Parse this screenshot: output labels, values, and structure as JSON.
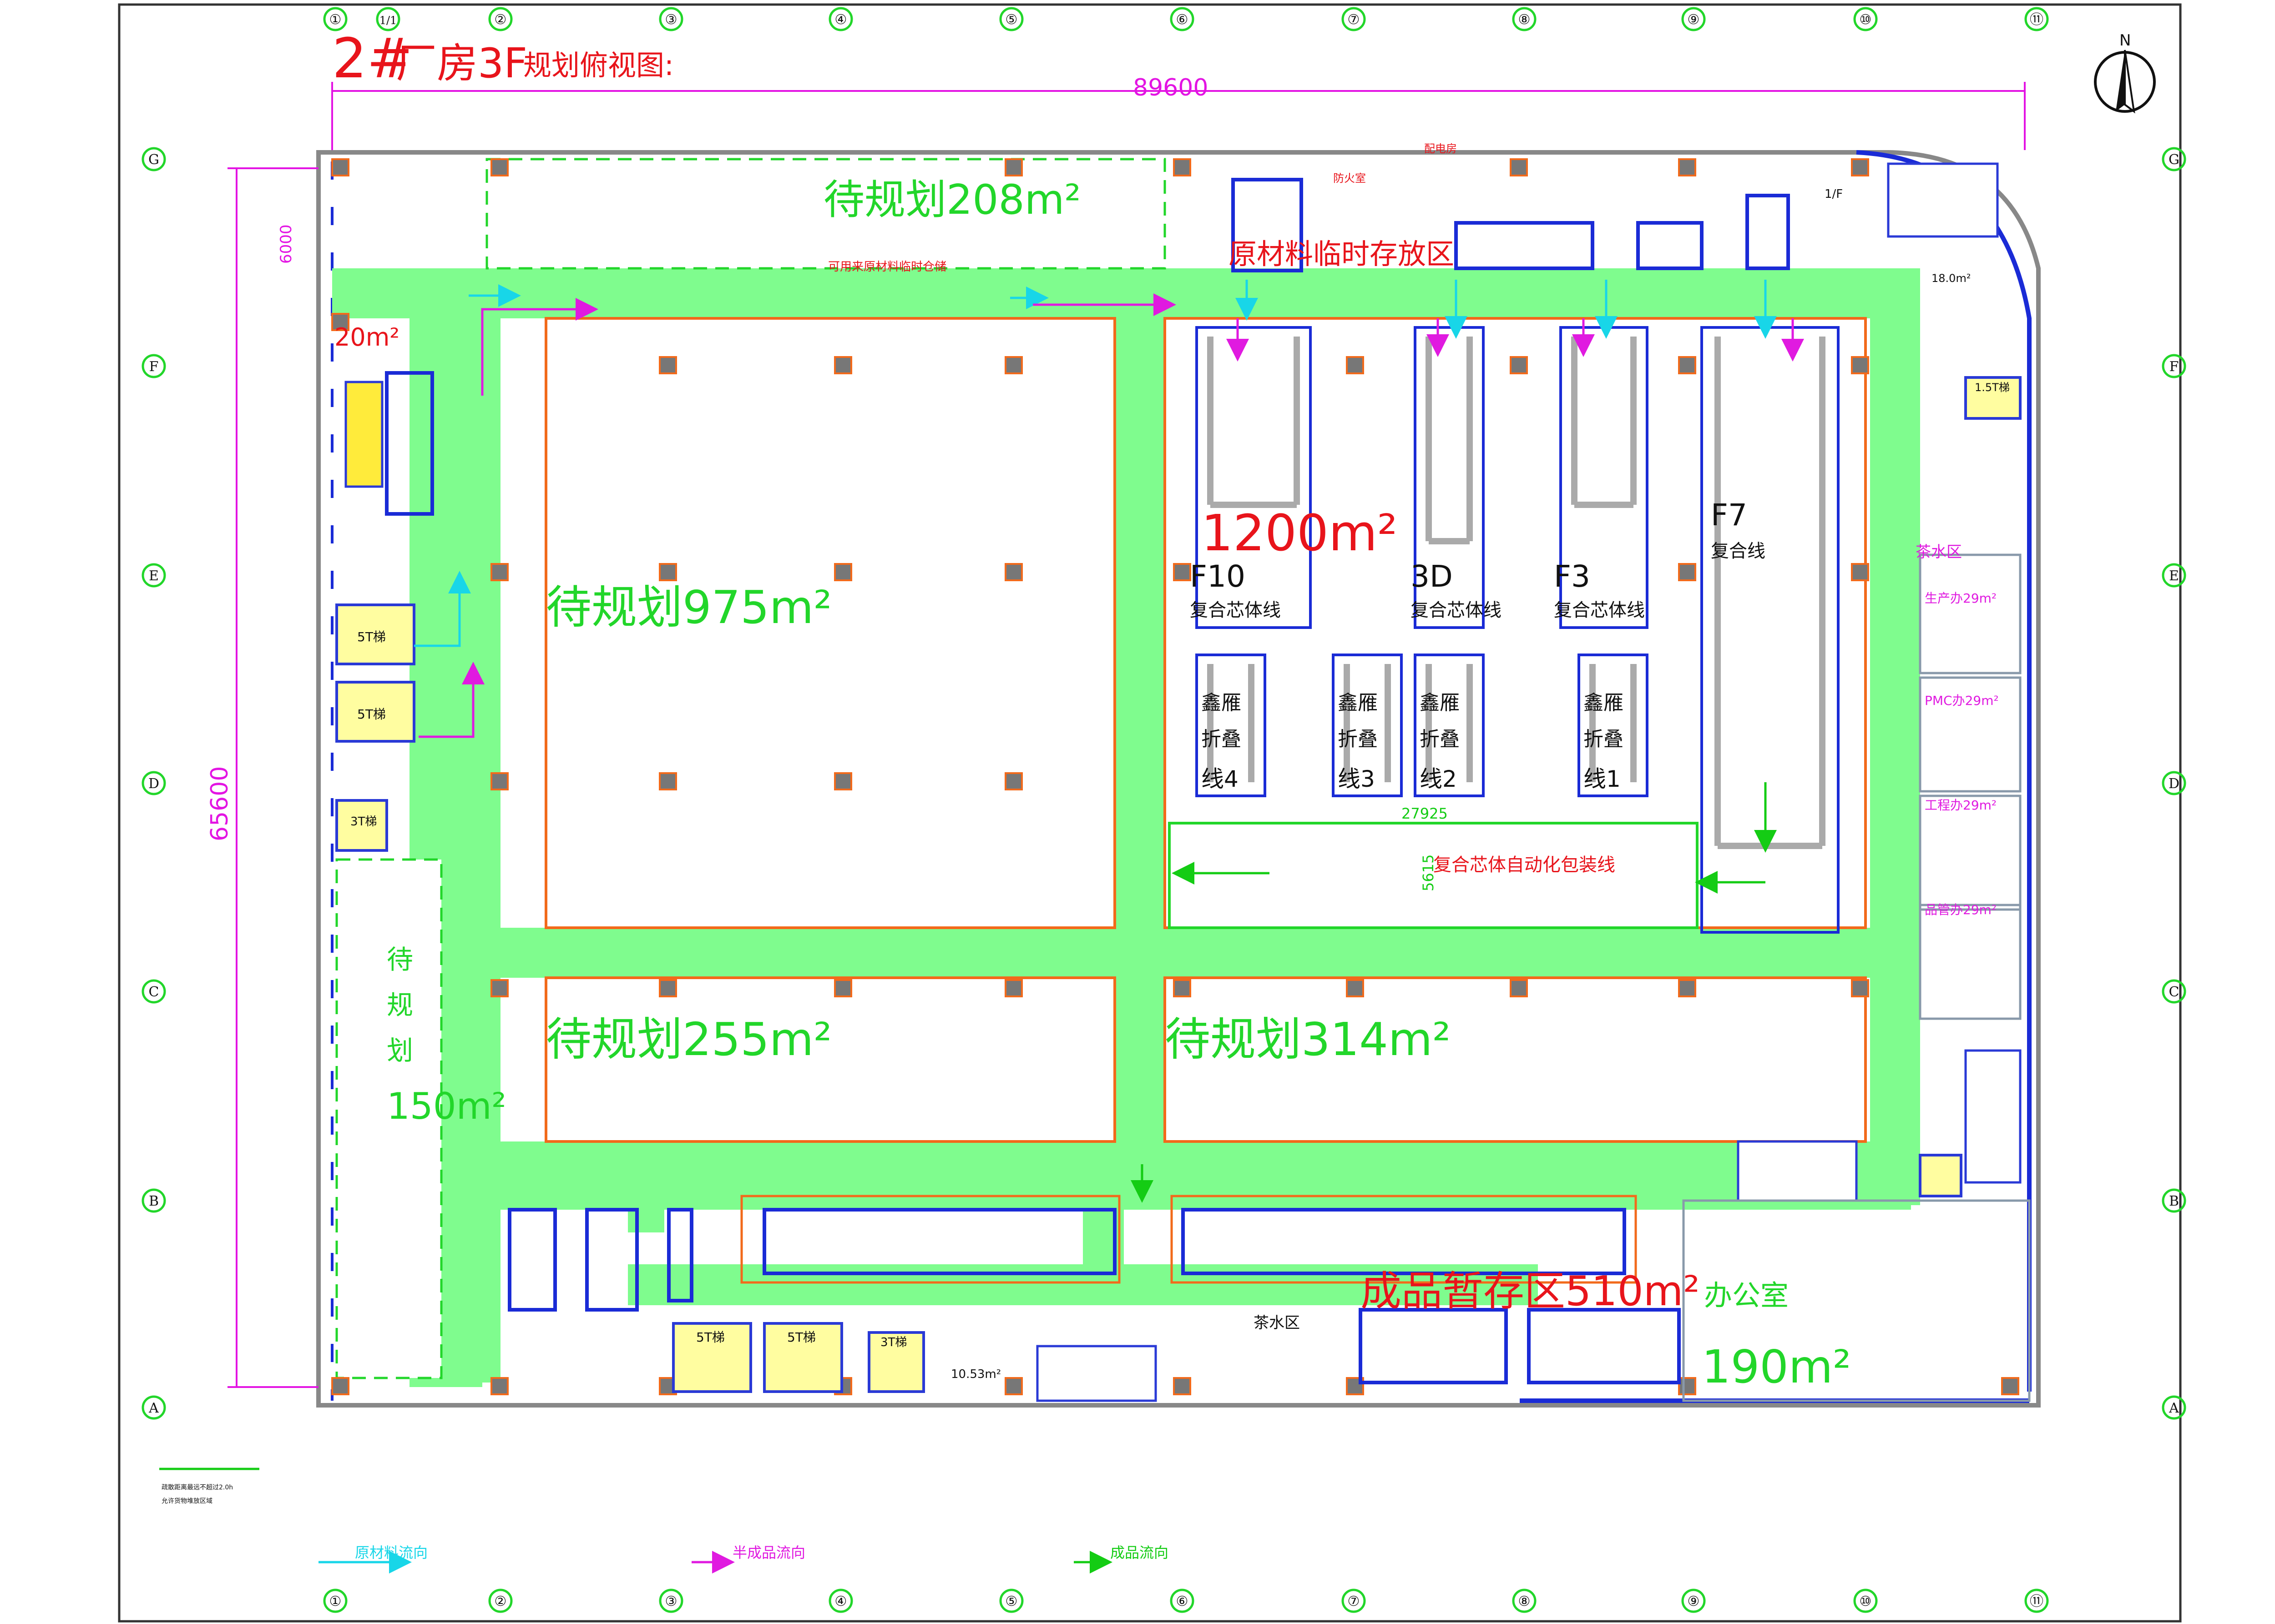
{
  "title": {
    "prefix": "2#",
    "main": "厂房3F",
    "suffix": "规划俯视图:"
  },
  "dimensions": {
    "width": "89600",
    "height": "65600",
    "corridor": "6000",
    "line": "27925",
    "line_h": "5615"
  },
  "north": "N",
  "grid_cols": [
    "①",
    "1/1",
    "②",
    "③",
    "④",
    "⑤",
    "⑥",
    "⑦",
    "⑧",
    "⑨",
    "⑩",
    "⑪"
  ],
  "grid_cols_bottom": [
    "①",
    "②",
    "③",
    "④",
    "⑤",
    "⑥",
    "⑦",
    "⑧",
    "⑨",
    "⑩",
    "⑪"
  ],
  "grid_rows": [
    "G",
    "F",
    "E",
    "D",
    "C",
    "B",
    "A"
  ],
  "zones": {
    "z208": "待规划208m²",
    "z975": "待规划975m²",
    "z255": "待规划255m²",
    "z314": "待规划314m²",
    "z1200": "1200m²",
    "z150_a": "待",
    "z150_b": "规",
    "z150_c": "划",
    "z150_d": "150m²",
    "z20": "20m²",
    "raw_temp": "原材料临时存放区",
    "temp_store": "可用来原材料临时仓储",
    "finished": "成品暂存区510m²",
    "office": "办公室",
    "office_area": "190m²"
  },
  "lines": {
    "f10": "F10",
    "f10_sub": "复合芯体线",
    "l3d": "3D",
    "l3d_sub": "复合芯体线",
    "f3": "F3",
    "f3_sub": "复合芯体线",
    "f7": "F7",
    "f7_sub": "复合线",
    "fold_a": "鑫雁",
    "fold_b": "折叠",
    "fold4": "线4",
    "fold3": "线3",
    "fold2": "线2",
    "fold1": "线1",
    "auto_pack": "复合芯体自动化包装线"
  },
  "rooms": {
    "lift5t": "5T梯",
    "lift3t": "3T梯",
    "lift15t": "1.5T梯",
    "room_18": "18.0m²",
    "tea": "茶水区",
    "tea2": "茶水区",
    "area_1053": "10.53m²",
    "prod_office": "生产办29m²",
    "pmc_office": "PMC办29m²",
    "eng_office": "工程办29m²",
    "qc_office": "品管办29m²",
    "store_a": "防火室",
    "store_b": "配电房",
    "stair_1f": "1/F"
  },
  "legend": {
    "raw": "原材料流向",
    "semi": "半成品流向",
    "finished": "成品流向",
    "note1": "疏散距离最远不超过2.0h",
    "note2": "允许货物堆放区域"
  },
  "colors": {
    "corridor": "#7ffc8e",
    "zone_border": "#f26a1b",
    "title": "#e8141b",
    "dim": "#e314e3",
    "zone_text": "#22d62a",
    "rack": "#2233cc",
    "raw_flow": "#18d6e8",
    "semi_flow": "#e01ae0",
    "finished_flow": "#14cc14"
  }
}
